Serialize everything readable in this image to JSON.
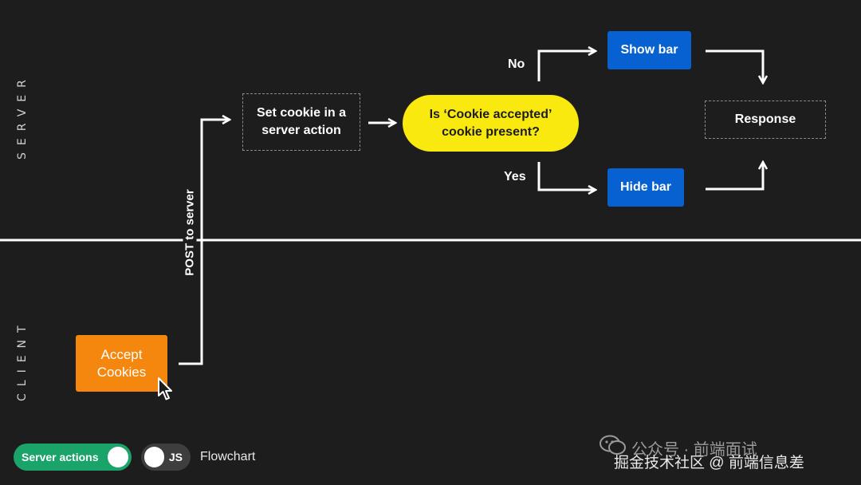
{
  "lanes": {
    "server": "SERVER",
    "client": "CLIENT"
  },
  "nodes": {
    "accept_cookies": "Accept Cookies",
    "set_cookie": "Set cookie in a server action",
    "decision": "Is ‘Cookie accepted’ cookie present?",
    "show_bar": "Show bar",
    "hide_bar": "Hide bar",
    "response": "Response"
  },
  "edges": {
    "post": "POST to server",
    "no": "No",
    "yes": "Yes"
  },
  "footer": {
    "toggle_server_actions": "Server actions",
    "toggle_js": "JS",
    "flowchart": "Flowchart"
  },
  "watermark": {
    "line1": "公众号 · 前端面试",
    "line2": "掘金技术社区 @ 前端信息差"
  },
  "colors": {
    "background": "#1d1d1d",
    "accept_button": "#f5870e",
    "action_nodes": "#0761d1",
    "decision_node": "#f9e90f",
    "toggle_on": "#1aa46a"
  }
}
